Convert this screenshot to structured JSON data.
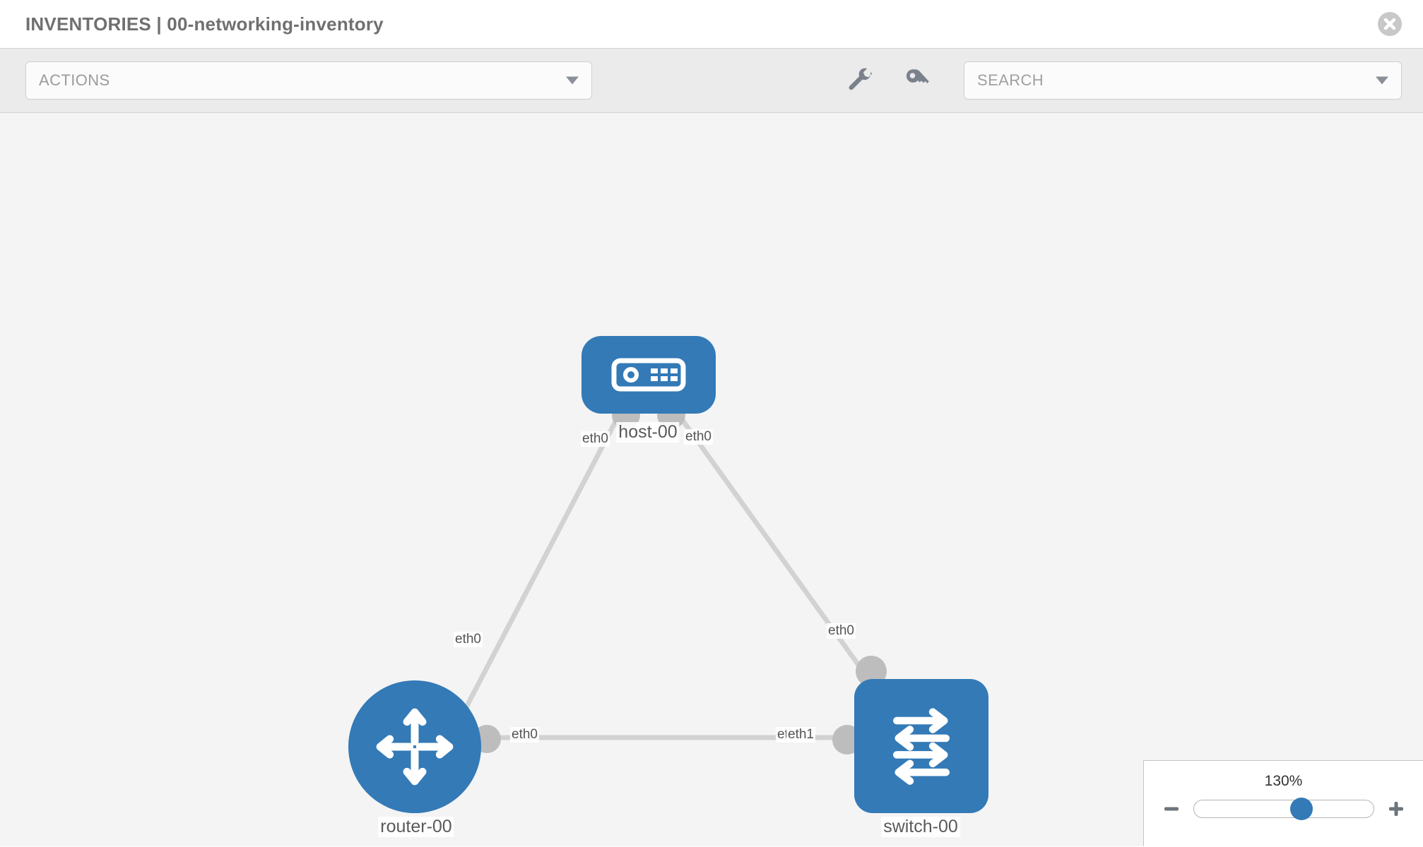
{
  "header": {
    "title": "INVENTORIES | 00-networking-inventory",
    "close_icon": "close-circle-icon"
  },
  "toolbar": {
    "actions_placeholder": "ACTIONS",
    "search_placeholder": "SEARCH",
    "wrench_icon": "wrench-icon",
    "key_icon": "key-icon",
    "dropdown_icon": "chevron-down-icon"
  },
  "topology": {
    "accent_color": "#337ab7",
    "edge_color": "#d2d2d2",
    "connector_color": "#bdbdbd",
    "canvas_background": "#f4f4f4",
    "nodes": [
      {
        "id": "host-00",
        "label": "host-00",
        "icon": "server-appliance-icon",
        "shape": "rounded-rect"
      },
      {
        "id": "router-00",
        "label": "router-00",
        "icon": "router-arrows-icon",
        "shape": "circle"
      },
      {
        "id": "switch-00",
        "label": "switch-00",
        "icon": "switch-arrows-icon",
        "shape": "rounded-square"
      }
    ],
    "interface_labels": {
      "host_left": "eth0",
      "host_right": "eth0",
      "router_to_host": "eth0",
      "switch_to_host": "eth0",
      "router_to_switch": "eth0",
      "switch_port_a": "eth0",
      "switch_port_b": "eth1"
    }
  },
  "zoom_control": {
    "value": "130%",
    "minus_label": "−",
    "plus_label": "+"
  }
}
